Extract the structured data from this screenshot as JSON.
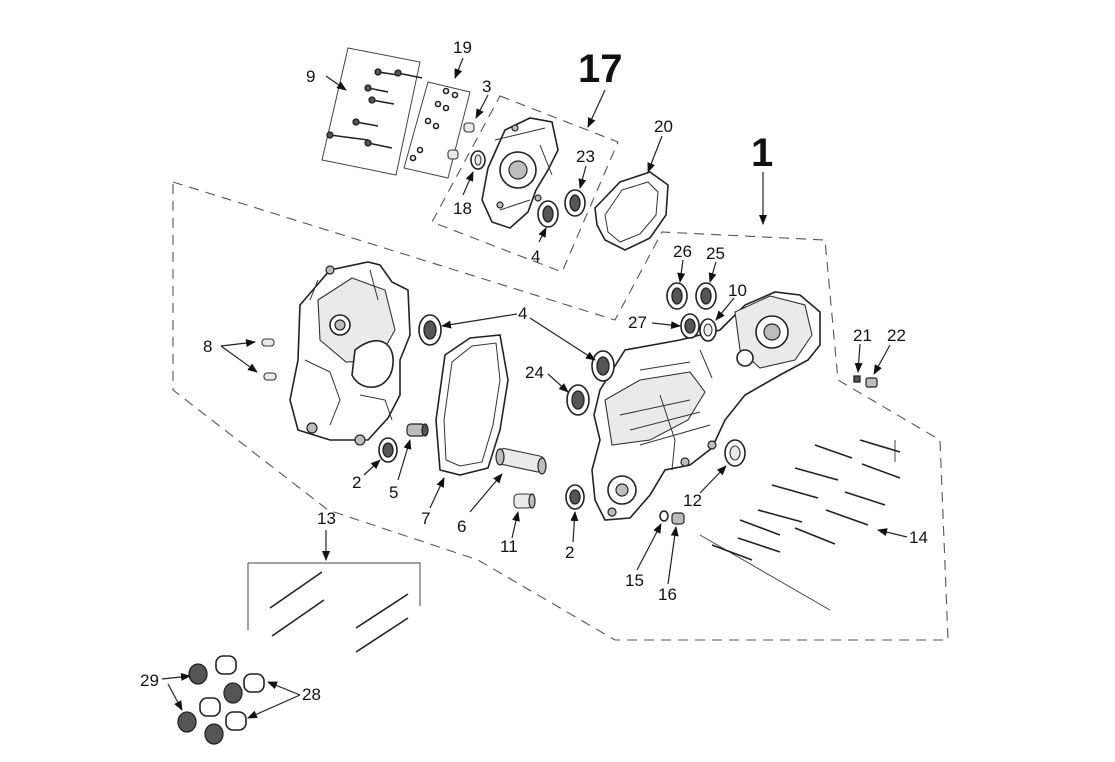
{
  "diagram": {
    "callouts": {
      "c1": "1",
      "c2a": "2",
      "c2b": "2",
      "c3": "3",
      "c4a": "4",
      "c4b": "4",
      "c5": "5",
      "c6": "6",
      "c7": "7",
      "c8": "8",
      "c9": "9",
      "c10": "10",
      "c11": "11",
      "c12": "12",
      "c13": "13",
      "c14": "14",
      "c15": "15",
      "c16": "16",
      "c17": "17",
      "c18": "18",
      "c19": "19",
      "c20": "20",
      "c21": "21",
      "c22": "22",
      "c23": "23",
      "c24": "24",
      "c25": "25",
      "c26": "26",
      "c27": "27",
      "c28": "28",
      "c29": "29"
    }
  }
}
